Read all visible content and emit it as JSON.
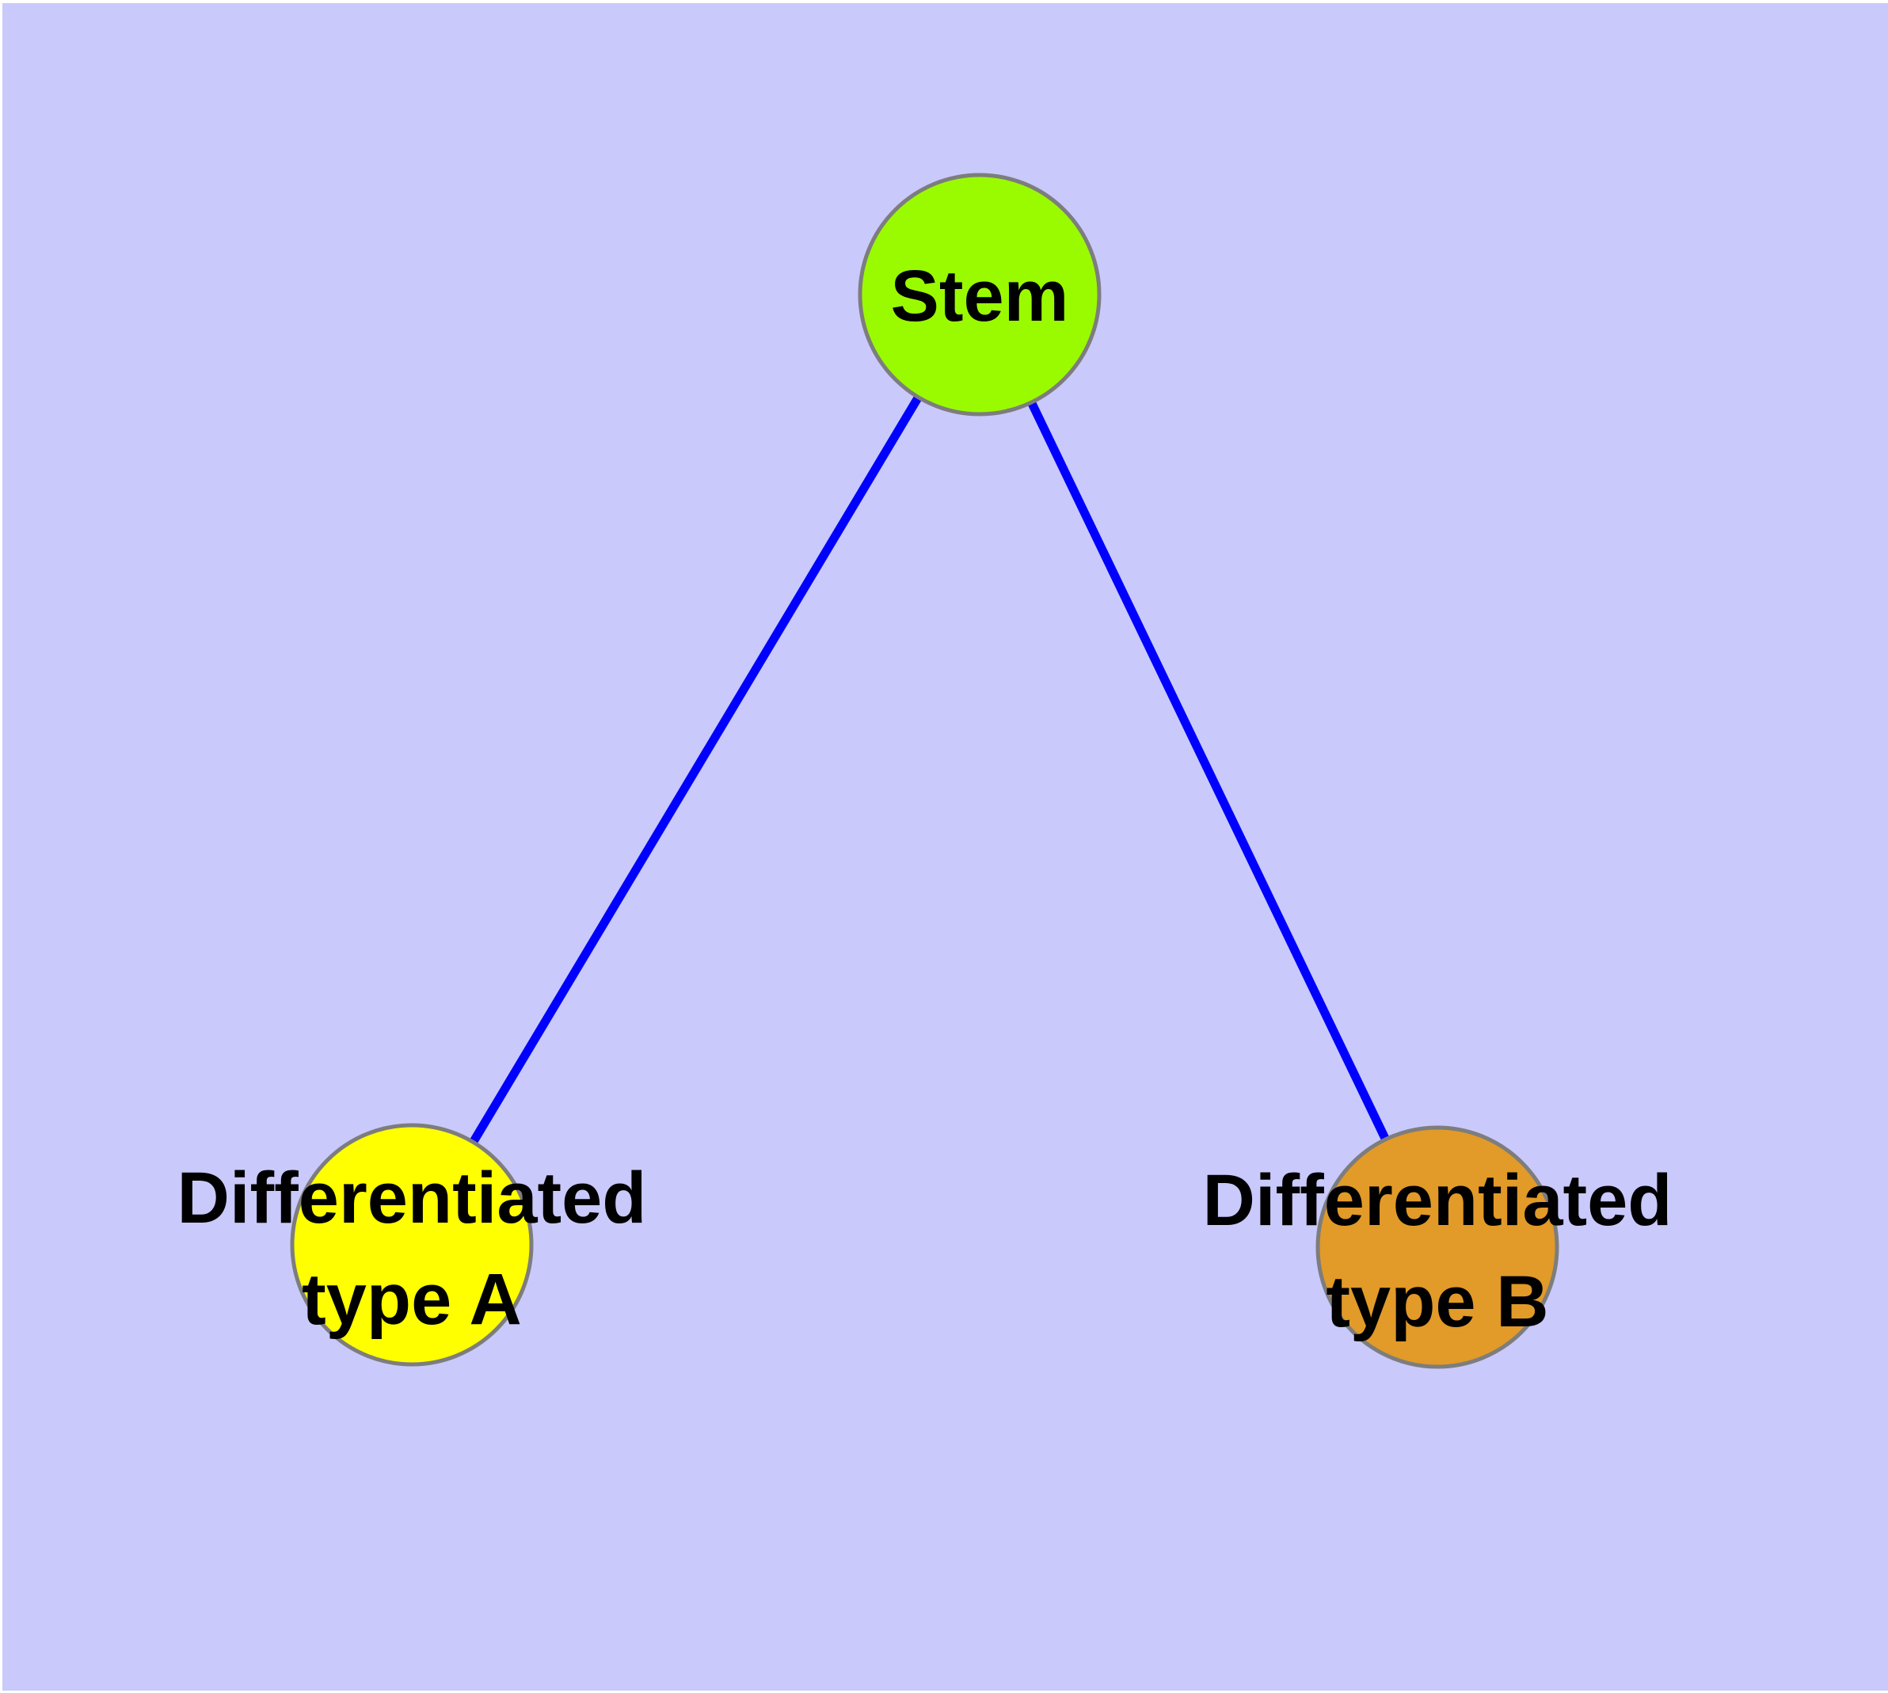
{
  "diagram": {
    "type": "node-link-graph",
    "nodes": [
      {
        "id": "stem",
        "label": "Stem",
        "fill": "#9AFB00"
      },
      {
        "id": "differentiated-type-a",
        "label": "Differentiated type A",
        "label_line1": "Differentiated",
        "label_line2": "type A",
        "fill": "#FFFF00"
      },
      {
        "id": "differentiated-type-b",
        "label": "Differentiated type B",
        "label_line1": "Differentiated",
        "label_line2": "type B",
        "fill": "#E29A28"
      }
    ],
    "edges": [
      {
        "from": "stem",
        "to": "differentiated-type-a"
      },
      {
        "from": "stem",
        "to": "differentiated-type-b"
      }
    ],
    "colors": {
      "background": "#C9C9FC",
      "page_margin": "#FFFFFF",
      "edge_line": "#0000FF",
      "node_border": "#7D7D7D",
      "label_text": "#000000"
    }
  }
}
